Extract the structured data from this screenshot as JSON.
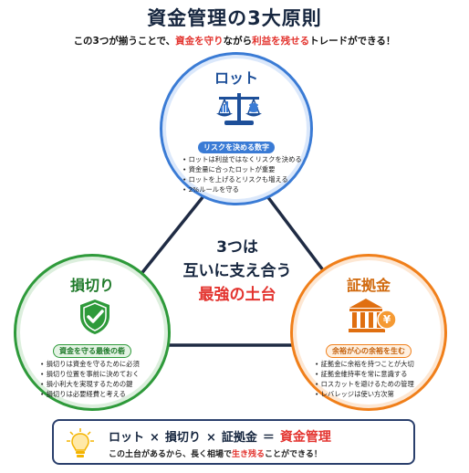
{
  "header": {
    "title": "資金管理の3大原則",
    "subtitle_pre": "この3つが揃うことで、",
    "subtitle_hl1": "資金を守り",
    "subtitle_mid": "ながら",
    "subtitle_hl2": "利益を残せる",
    "subtitle_post": "トレードができる！"
  },
  "lot": {
    "title": "ロット",
    "tag": "リスクを決める数字",
    "bullets": [
      "ロットは利益ではなくリスクを決める",
      "資金量に合ったロットが重要",
      "ロットを上げるとリスクも増える",
      "2%ルールを守る"
    ],
    "color": "#3a7bd5",
    "icon": "balance-scale-icon"
  },
  "stoploss": {
    "title": "損切り",
    "tag": "資金を守る最後の砦",
    "bullets": [
      "損切りは資金を守るために必須",
      "損切り位置を事前に決めておく",
      "損小利大を実現するための鍵",
      "損切りは必要経費と考える"
    ],
    "color": "#2e9a3a",
    "icon": "shield-check-icon"
  },
  "margin": {
    "title": "証拠金",
    "tag": "余裕が心の余裕を生む",
    "bullets": [
      "証拠金に余裕を持つことが大切",
      "証拠金維持率を常に意識する",
      "ロスカットを避けるための管理",
      "レバレッジは使い方次第"
    ],
    "color": "#f07f1a",
    "icon": "bank-yen-icon"
  },
  "center": {
    "line1": "3つは",
    "line2": "互いに支え合う",
    "line3": "最強の土台"
  },
  "footer": {
    "term1": "ロット",
    "op1": "×",
    "term2": "損切り",
    "op2": "×",
    "term3": "証拠金",
    "eq": "＝",
    "result": "資金管理",
    "sub_pre": "この土台があるから、長く相場で",
    "sub_hl": "生き残る",
    "sub_post": "ことができる！",
    "icon": "lightbulb-icon"
  },
  "colors": {
    "navy": "#16263f",
    "red": "#e3342f"
  }
}
